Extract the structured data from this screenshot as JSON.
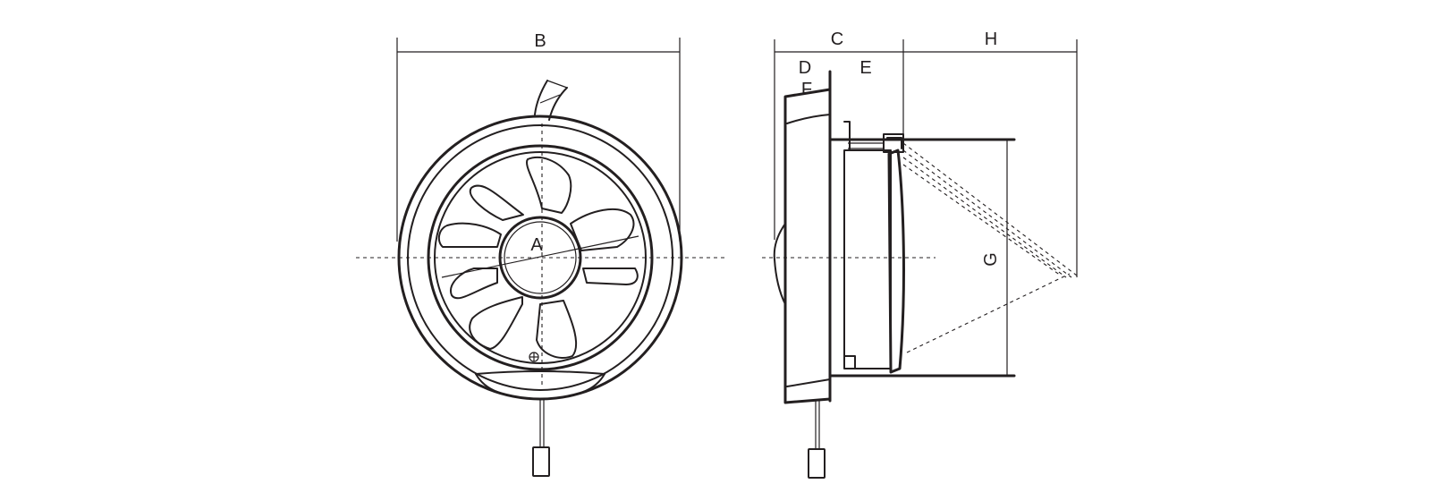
{
  "labels": {
    "a": "A",
    "b": "B",
    "c": "C",
    "d": "D",
    "e": "E",
    "f": "F",
    "g": "G",
    "h": "H"
  },
  "colors": {
    "line": "#231f20",
    "background": "#ffffff"
  }
}
